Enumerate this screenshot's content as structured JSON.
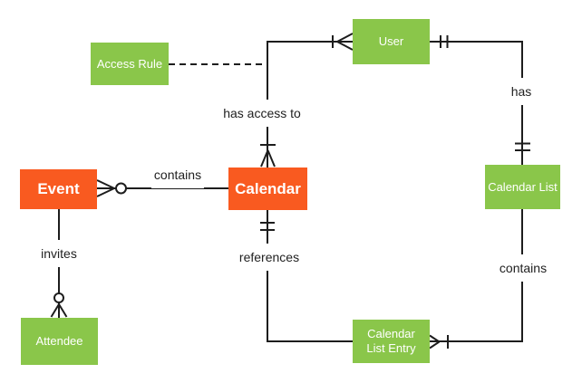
{
  "colors": {
    "background": "#FFFFFF",
    "entity_green": "#8AC64A",
    "entity_orange": "#F95A20",
    "entity_text": "#FFFFFF",
    "line": "#1D1D1D",
    "label_text": "#212121"
  },
  "entities": {
    "user": {
      "label": "User",
      "fill": "green"
    },
    "access_rule": {
      "label": "Access Rule",
      "fill": "green"
    },
    "event": {
      "label": "Event",
      "fill": "orange"
    },
    "calendar": {
      "label": "Calendar",
      "fill": "orange"
    },
    "calendar_list": {
      "label": "Calendar List",
      "fill": "green"
    },
    "attendee": {
      "label": "Attendee",
      "fill": "green"
    },
    "calendar_list_entry": {
      "label": "Calendar List Entry",
      "fill": "green"
    }
  },
  "relationships": {
    "calendar_contains_event": {
      "label": "contains",
      "from": "Calendar",
      "to": "Event",
      "event_end_notation": "zero-or-many (crow's foot + ring)",
      "calendar_end_notation": "none",
      "line_style": "solid"
    },
    "calendar_has_access_to_user": {
      "label": "has access to",
      "from": "Calendar",
      "to": "User",
      "calendar_end_notation": "one-or-many (bar + crow's foot)",
      "user_end_notation": "one-or-many (bar + crow's foot)",
      "line_style": "solid"
    },
    "access_rule_link": {
      "label": "",
      "from": "Access Rule",
      "to": "has access to relationship",
      "line_style": "dashed"
    },
    "user_has_calendar_list": {
      "label": "has",
      "from": "User",
      "to": "Calendar List",
      "user_end_notation": "one-and-only-one (double bar)",
      "calendar_list_end_notation": "one-and-only-one (double bar)",
      "line_style": "solid"
    },
    "entry_references_calendar": {
      "label": "references",
      "from": "Calendar List Entry",
      "to": "Calendar",
      "calendar_end_notation": "one-and-only-one (double bar)",
      "entry_end_notation": "none",
      "line_style": "solid"
    },
    "calendar_list_contains_entry": {
      "label": "contains",
      "from": "Calendar List",
      "to": "Calendar List Entry",
      "entry_end_notation": "one-or-many (crow's foot + bar)",
      "calendar_list_end_notation": "none",
      "line_style": "solid"
    },
    "event_invites_attendee": {
      "label": "invites",
      "from": "Event",
      "to": "Attendee",
      "attendee_end_notation": "zero-or-many (ring + crow's foot)",
      "event_end_notation": "none",
      "line_style": "solid"
    }
  }
}
